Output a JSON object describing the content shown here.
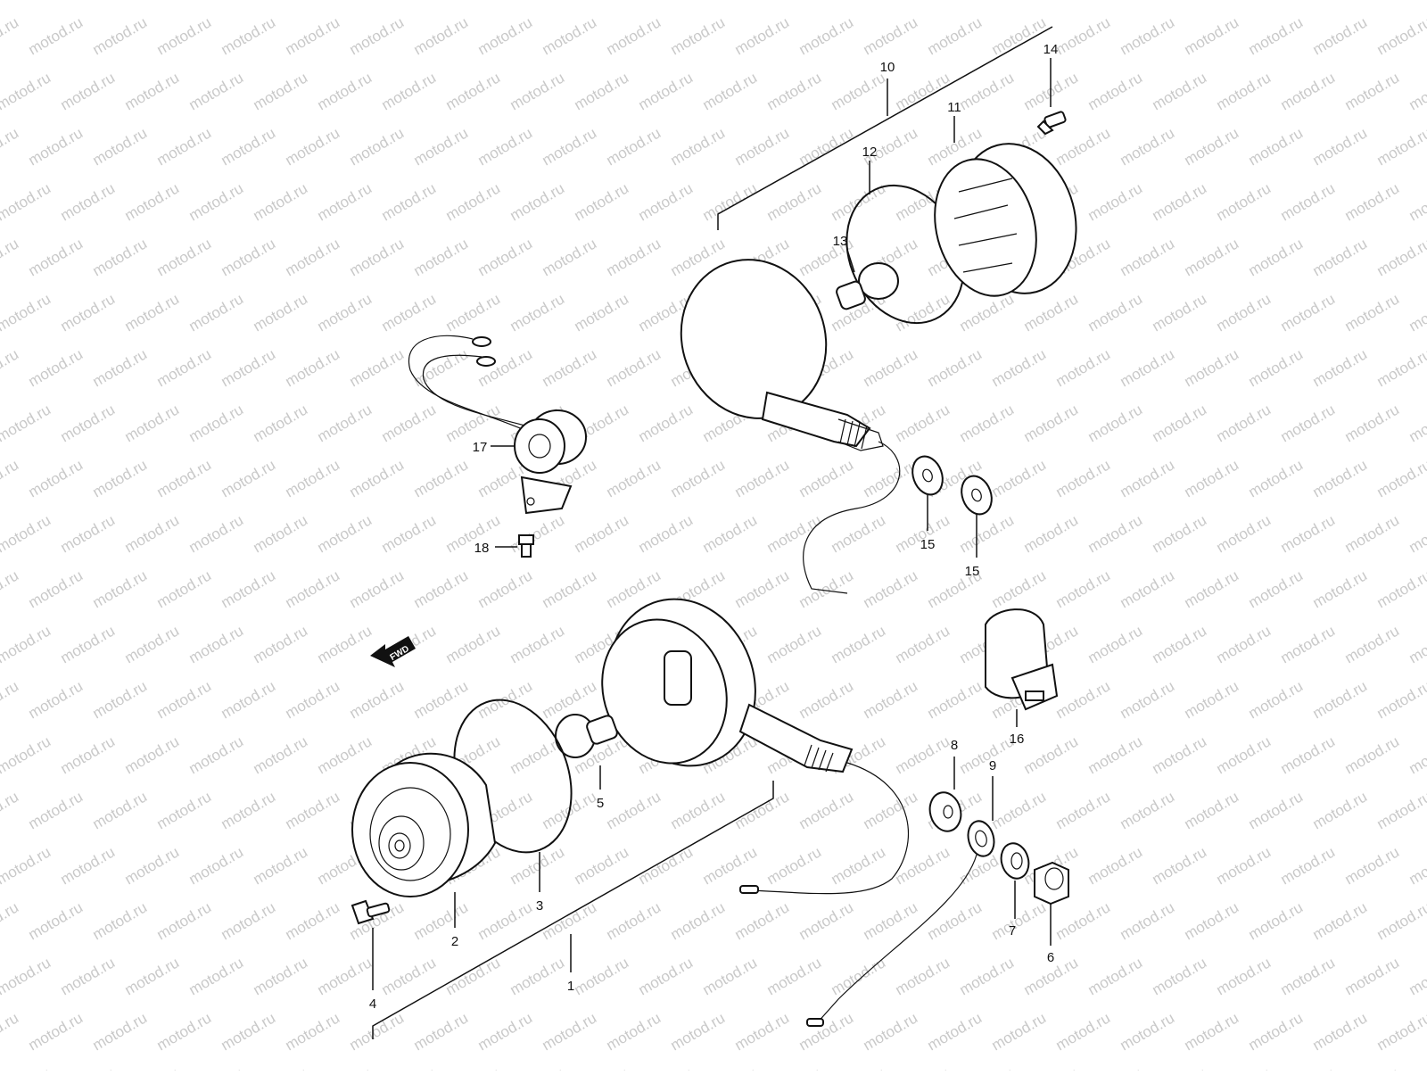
{
  "watermark": {
    "text": "motod.ru",
    "color": "#c9c9c9"
  },
  "fwd_marker": {
    "label": "FWD"
  },
  "callouts": [
    "1",
    "2",
    "3",
    "4",
    "5",
    "6",
    "7",
    "8",
    "9",
    "10",
    "11",
    "12",
    "13",
    "14",
    "15",
    "15",
    "16",
    "17",
    "18"
  ]
}
